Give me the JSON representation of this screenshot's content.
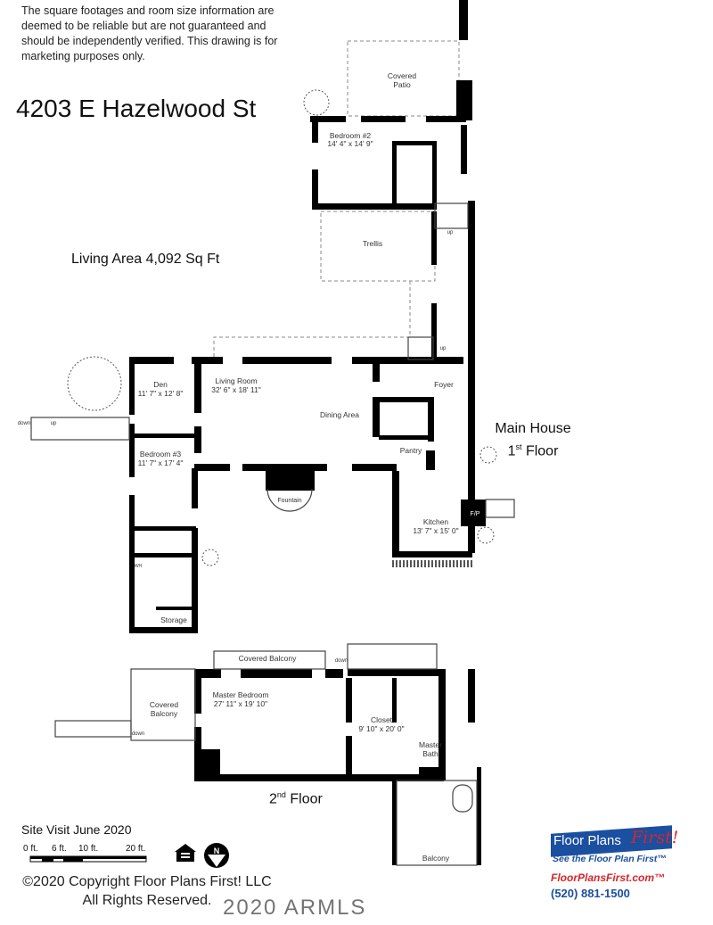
{
  "disclaimer": "The square footages and room size information are deemed to be reliable but are not guaranteed and should be independently verified. This drawing is for marketing purposes only.",
  "address": "4203 E Hazelwood St",
  "living_area": "Living Area 4,092 Sq Ft",
  "main_house": {
    "line1": "Main House",
    "line2_num": "1",
    "line2_sup": "st",
    "line2_rest": " Floor"
  },
  "second_floor": {
    "num": "2",
    "sup": "nd",
    "rest": " Floor"
  },
  "rooms": {
    "covered_patio_1": "Covered",
    "covered_patio_2": "Patio",
    "bedroom2": "Bedroom #2",
    "bedroom2_size": "14' 4\" x 14' 9\"",
    "trellis": "Trellis",
    "den": "Den",
    "den_size": "11' 7\" x 12' 8\"",
    "living": "Living Room",
    "living_size": "32' 6\" x 18' 11\"",
    "dining": "Dining Area",
    "foyer": "Foyer",
    "pantry": "Pantry",
    "bedroom3": "Bedroom #3",
    "bedroom3_size": "11' 7\" x 17' 4\"",
    "fountain": "Fountain",
    "kitchen": "Kitchen",
    "kitchen_size": "13' 7\" x 15' 0\"",
    "fp": "F/P",
    "storage": "Storage",
    "wh": "WH",
    "up1": "up",
    "up2": "up",
    "up3": "up",
    "down1": "down",
    "covered_balcony_top": "Covered Balcony",
    "covered_balcony_left_1": "Covered",
    "covered_balcony_left_2": "Balcony",
    "down2": "down",
    "down3": "down",
    "master_bedroom": "Master Bedroom",
    "master_bedroom_size": "27' 11\" x 19' 10\"",
    "closet": "Closet",
    "closet_size": "9' 10\" x 20' 0\"",
    "master_bath_1": "Master",
    "master_bath_2": "Bath",
    "balcony": "Balcony"
  },
  "site_visit": "Site Visit June 2020",
  "scale": {
    "s0": "0 ft.",
    "s6": "6 ft.",
    "s10": "10 ft.",
    "s20": "20 ft."
  },
  "compass": "N",
  "copyright_line1": "©2020 Copyright Floor Plans First! LLC",
  "copyright_line2": "All Rights Reserved.",
  "watermark": "2020 ARMLS",
  "logo": {
    "name": "Floor Plans",
    "first": "First!",
    "tagline": "See the Floor Plan First™",
    "url": "FloorPlansFirst.com™",
    "phone": "(520) 881-1500"
  },
  "colors": {
    "wall": "#000000",
    "logo_blue": "#1b4fa0",
    "logo_red": "#d7262b"
  }
}
